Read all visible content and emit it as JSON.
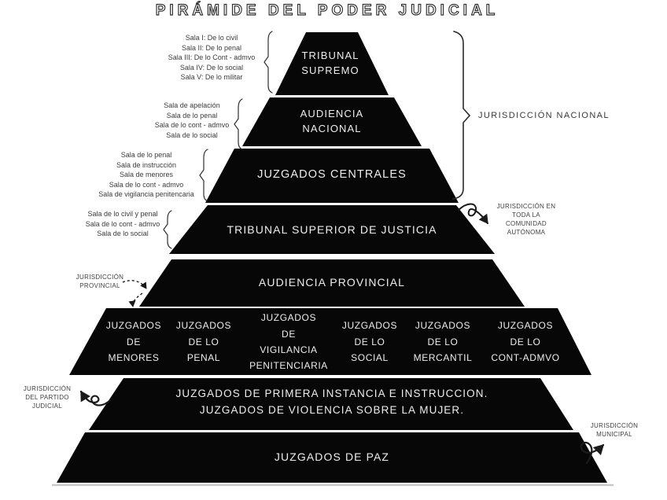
{
  "title": "PIRÁMIDE DEL PODER JUDICIAL",
  "colors": {
    "pyramid": "#070707",
    "level_text": "#ededed",
    "annotation_text": "#3c3c3c",
    "background": "#ffffff"
  },
  "pyramid_levels": [
    {
      "id": "tribunal-supremo",
      "label": "TRIBUNAL\nSUPREMO"
    },
    {
      "id": "audiencia-nacional",
      "label": "AUDIENCIA\nNACIONAL"
    },
    {
      "id": "juzgados-centrales",
      "label": "JUZGADOS CENTRALES"
    },
    {
      "id": "tribunal-superior-de-justicia",
      "label": "TRIBUNAL SUPERIOR DE JUSTICIA"
    },
    {
      "id": "audiencia-provincial",
      "label": "AUDIENCIA PROVINCIAL"
    },
    {
      "id": "juzgados-especializados",
      "courts": [
        "JUZGADOS\nDE\nMENORES",
        "JUZGADOS\nDE LO\nPENAL",
        "JUZGADOS\nDE\nVIGILANCIA\nPENITENCIARIA",
        "JUZGADOS\nDE LO\nSOCIAL",
        "JUZGADOS\nDE LO\nMERCANTIL",
        "JUZGADOS\nDE LO\nCONT-ADMVO"
      ]
    },
    {
      "id": "primera-instancia",
      "label": "JUZGADOS DE PRIMERA INSTANCIA E INSTRUCCION.\nJUZGADOS DE VIOLENCIA SOBRE LA MUJER."
    },
    {
      "id": "juzgados-de-paz",
      "label": "JUZGADOS DE PAZ"
    }
  ],
  "sala_annotations": [
    {
      "target": "tribunal-supremo",
      "lines": [
        "Sala I: De lo civil",
        "Sala II: De lo penal",
        "Sala III: De lo Cont - admvo",
        "Sala IV: De lo social",
        "Sala V: De lo militar"
      ]
    },
    {
      "target": "audiencia-nacional",
      "lines": [
        "Sala de apelación",
        "Sala de lo penal",
        "Sala de lo cont - admvo",
        "Sala de lo social"
      ]
    },
    {
      "target": "juzgados-centrales",
      "lines": [
        "Sala de lo penal",
        "Sala de instrucción",
        "Sala de menores",
        "Sala de lo cont - admvo",
        "Sala de vigilancia penitencaria"
      ]
    },
    {
      "target": "tribunal-superior-de-justicia",
      "lines": [
        "Sala de lo civil y penal",
        "Sala de lo cont - admvo",
        "Sala de lo social"
      ]
    }
  ],
  "jurisdiction_annotations": {
    "nacional": "JURISDICCIÓN NACIONAL",
    "autonoma": "JURISDICCIÓN EN\nTODA LA\nCOMUNIDAD\nAUTÓNOMA",
    "provincial": "JURISDICCIÓN\nPROVINCIAL",
    "partido": "JURISDICCIÓN\nDEL PARTIDO\nJUDICIAL",
    "municipal": "JURISDICCIÓN\nMUNICIPAL"
  }
}
